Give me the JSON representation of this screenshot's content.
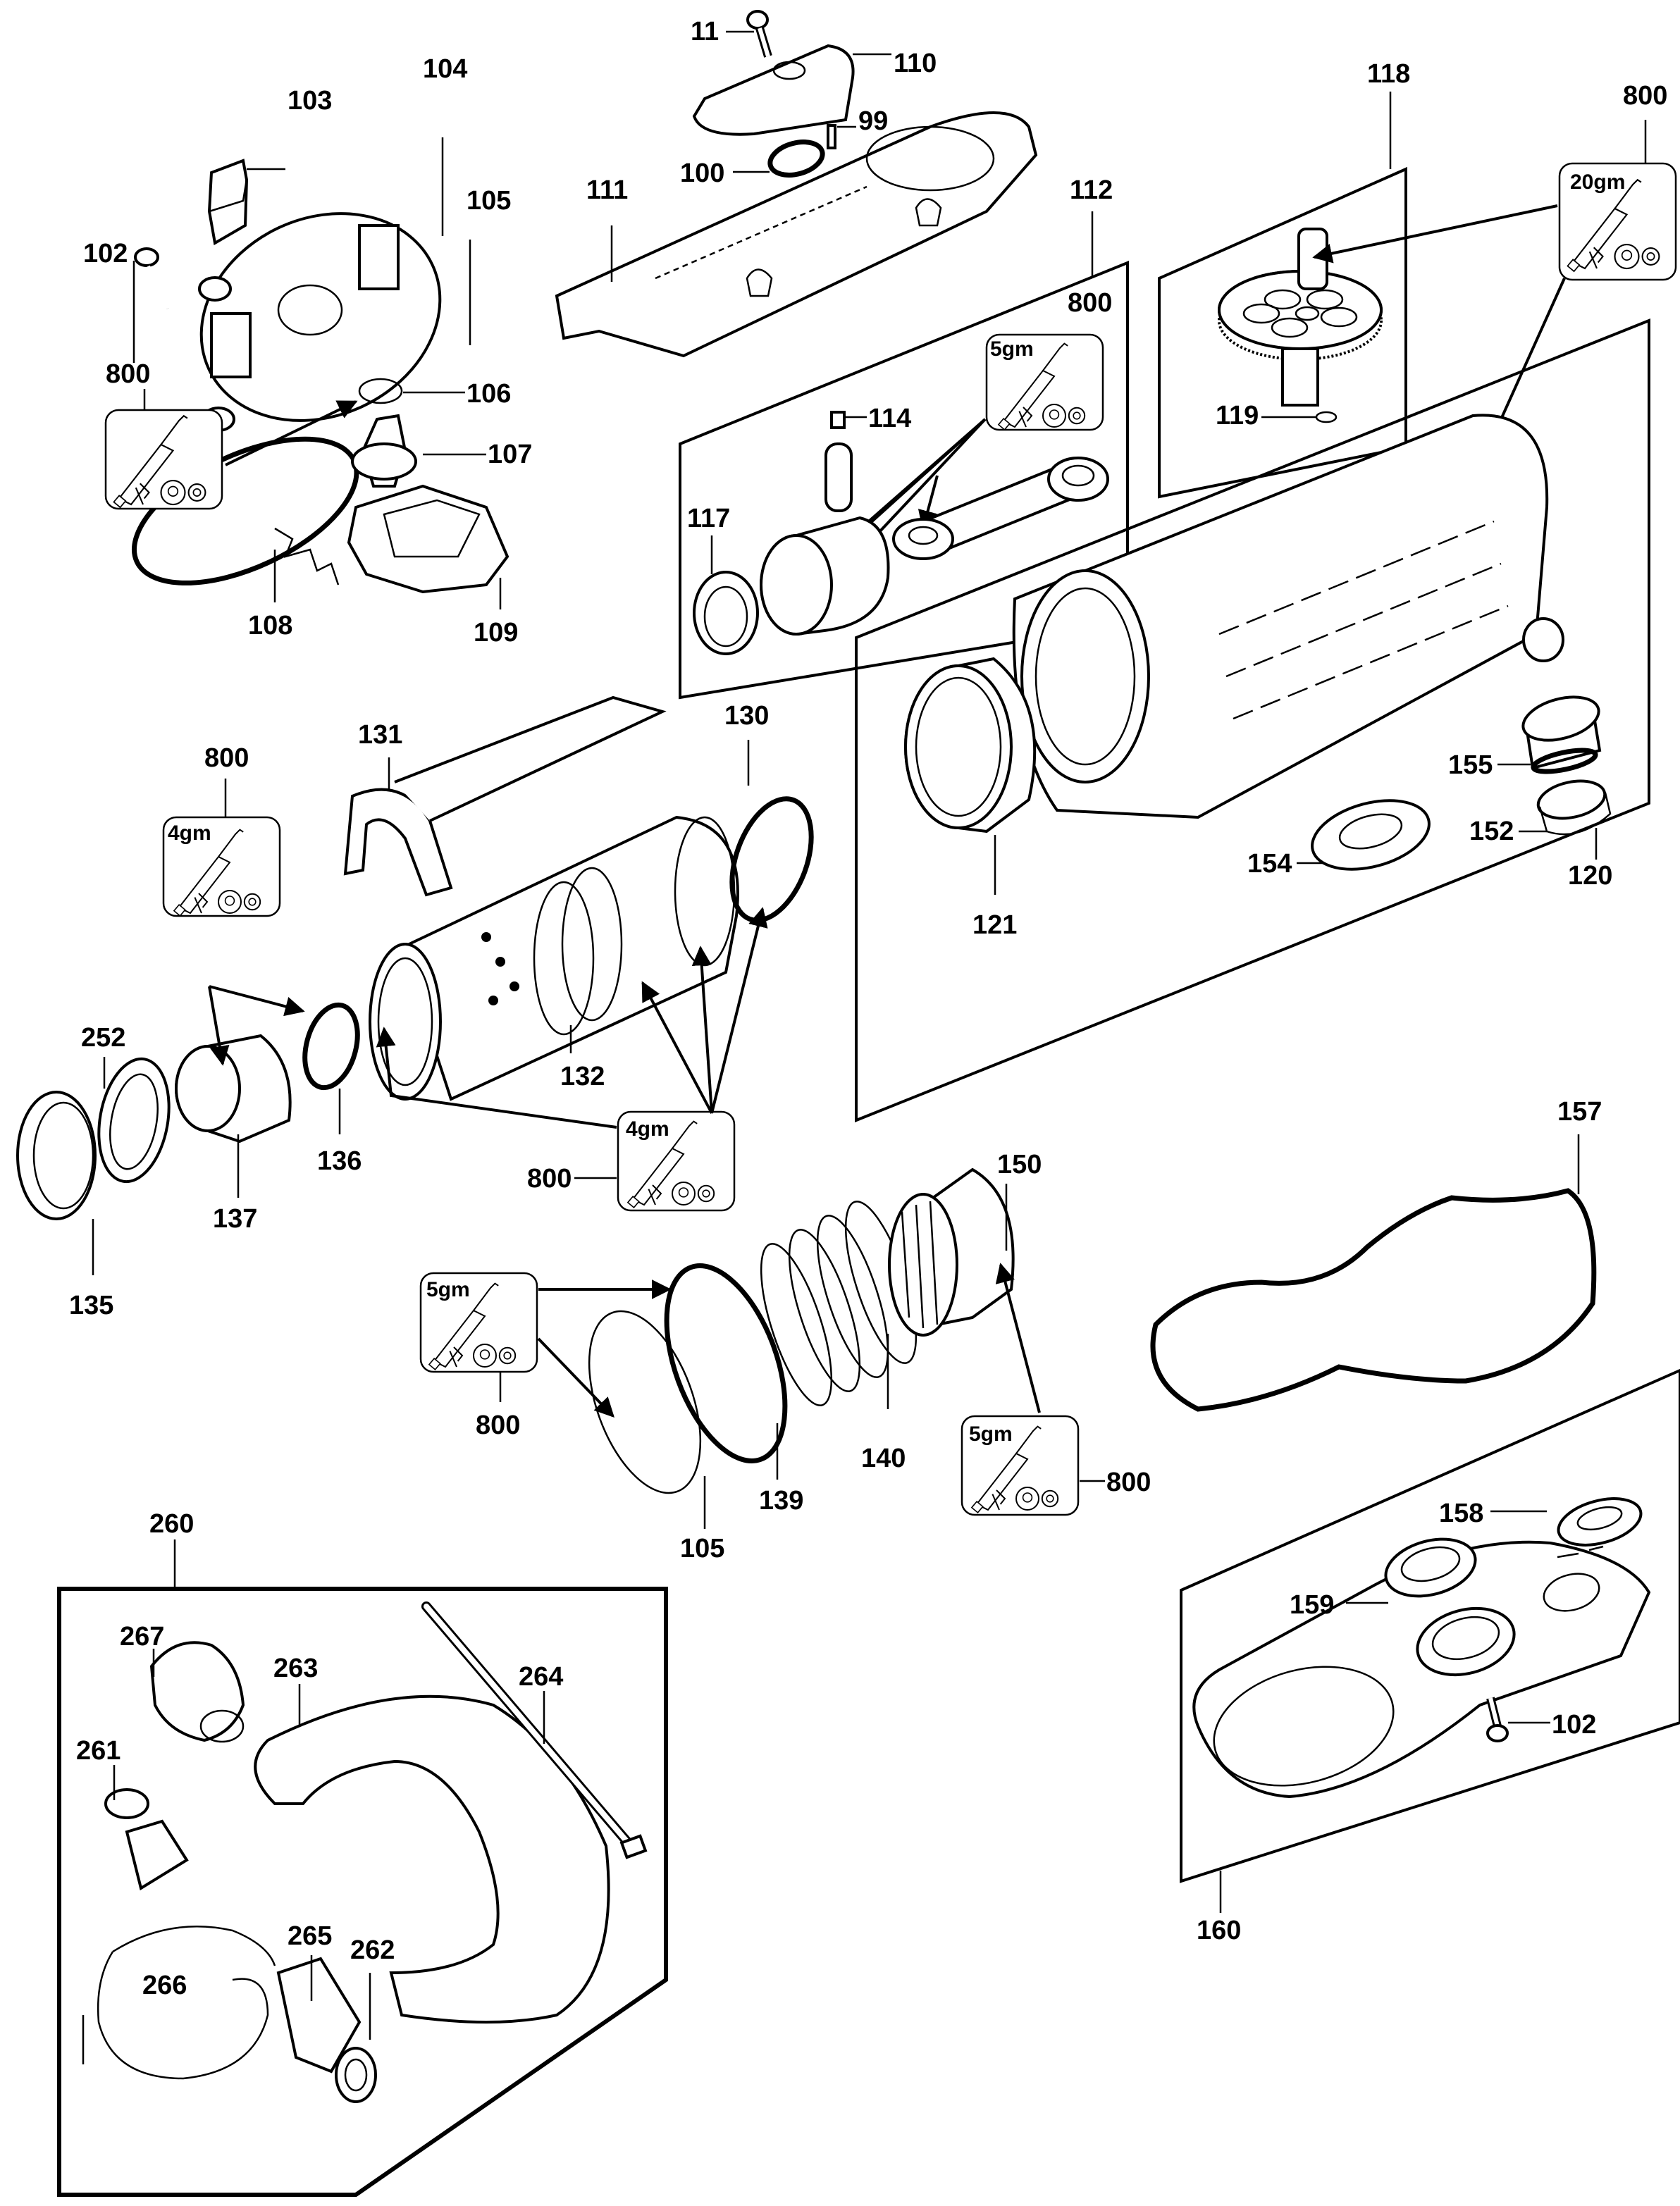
{
  "diagram": {
    "title": "Exploded parts diagram",
    "callouts": {
      "p11": "11",
      "p99": "99",
      "p100": "100",
      "p102_top": "102",
      "p102_bottom": "102",
      "p103": "103",
      "p104": "104",
      "p105_top": "105",
      "p105_bottom": "105",
      "p106": "106",
      "p107": "107",
      "p108": "108",
      "p109": "109",
      "p110": "110",
      "p111": "111",
      "p112": "112",
      "p114": "114",
      "p117": "117",
      "p118": "118",
      "p119": "119",
      "p120": "120",
      "p121": "121",
      "p130": "130",
      "p131": "131",
      "p132": "132",
      "p135": "135",
      "p136": "136",
      "p137": "137",
      "p139": "139",
      "p140": "140",
      "p150": "150",
      "p152": "152",
      "p154": "154",
      "p155": "155",
      "p157": "157",
      "p158": "158",
      "p159": "159",
      "p160": "160",
      "p252": "252",
      "p260": "260",
      "p261": "261",
      "p262": "262",
      "p263": "263",
      "p264": "264",
      "p265": "265",
      "p266": "266",
      "p267": "267"
    },
    "grease_kits": [
      {
        "part": "800",
        "amount": ""
      },
      {
        "part": "800",
        "amount": "5gm"
      },
      {
        "part": "800",
        "amount": "20gm"
      },
      {
        "part": "800",
        "amount": "4gm"
      },
      {
        "part": "800",
        "amount": "4gm"
      },
      {
        "part": "800",
        "amount": "5gm"
      },
      {
        "part": "800",
        "amount": "5gm"
      }
    ]
  }
}
